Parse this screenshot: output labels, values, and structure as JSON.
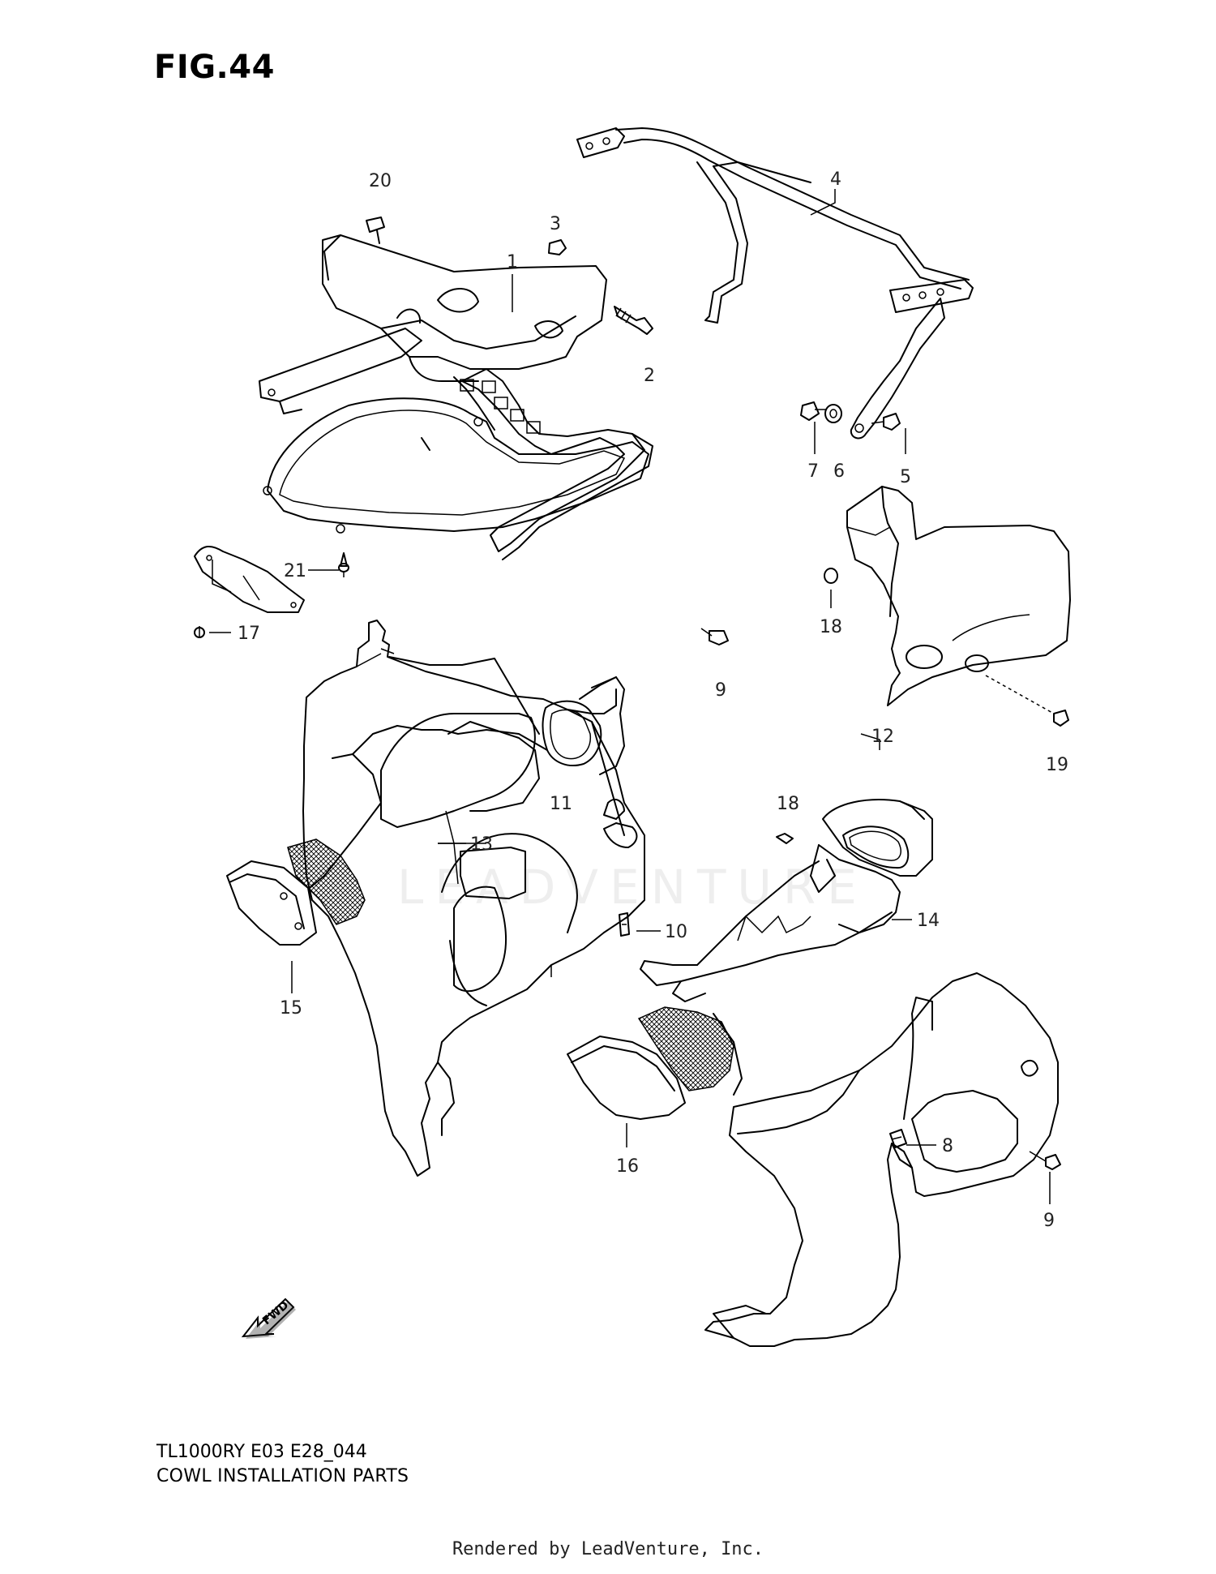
{
  "figure": {
    "title": "FIG.44",
    "model_code": "TL1000RY E03 E28_044",
    "name": "COWL INSTALLATION PARTS",
    "rendered_by": "Rendered by LeadVenture, Inc.",
    "watermark": "LEADVENTURE",
    "fwd_label": "FWD"
  },
  "callouts": [
    {
      "id": "c20",
      "label": "20"
    },
    {
      "id": "c3",
      "label": "3"
    },
    {
      "id": "c1",
      "label": "1"
    },
    {
      "id": "c4",
      "label": "4"
    },
    {
      "id": "c2",
      "label": "2"
    },
    {
      "id": "c7",
      "label": "7"
    },
    {
      "id": "c6",
      "label": "6"
    },
    {
      "id": "c5",
      "label": "5"
    },
    {
      "id": "c21",
      "label": "21"
    },
    {
      "id": "c17",
      "label": "17"
    },
    {
      "id": "c18a",
      "label": "18"
    },
    {
      "id": "c9a",
      "label": "9"
    },
    {
      "id": "c19",
      "label": "19"
    },
    {
      "id": "c12",
      "label": "12"
    },
    {
      "id": "c11",
      "label": "11"
    },
    {
      "id": "c13",
      "label": "13"
    },
    {
      "id": "c18b",
      "label": "18"
    },
    {
      "id": "c14",
      "label": "14"
    },
    {
      "id": "c10",
      "label": "10"
    },
    {
      "id": "c15",
      "label": "15"
    },
    {
      "id": "c16",
      "label": "16"
    },
    {
      "id": "c8",
      "label": "8"
    },
    {
      "id": "c9b",
      "label": "9"
    }
  ]
}
